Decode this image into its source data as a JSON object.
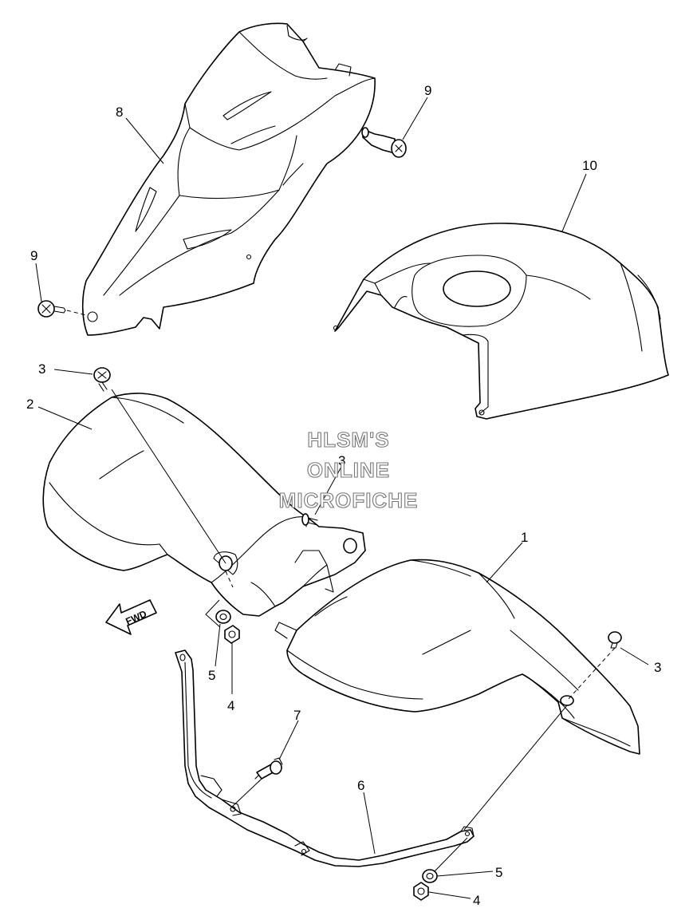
{
  "callouts": {
    "c8": "8",
    "c9a": "9",
    "c9b": "9",
    "c10": "10",
    "c3a": "3",
    "c2": "2",
    "c3b": "3",
    "c1": "1",
    "c3c": "3",
    "c5a": "5",
    "c4a": "4",
    "c7": "7",
    "c6": "6",
    "c5b": "5",
    "c4b": "4"
  },
  "watermark": {
    "line1": "HLSM'S",
    "line2": "ONLINE",
    "line3": "MICROFICHE"
  },
  "direction_arrow": {
    "label": "FWD",
    "icon": "fwd-arrow-icon"
  }
}
